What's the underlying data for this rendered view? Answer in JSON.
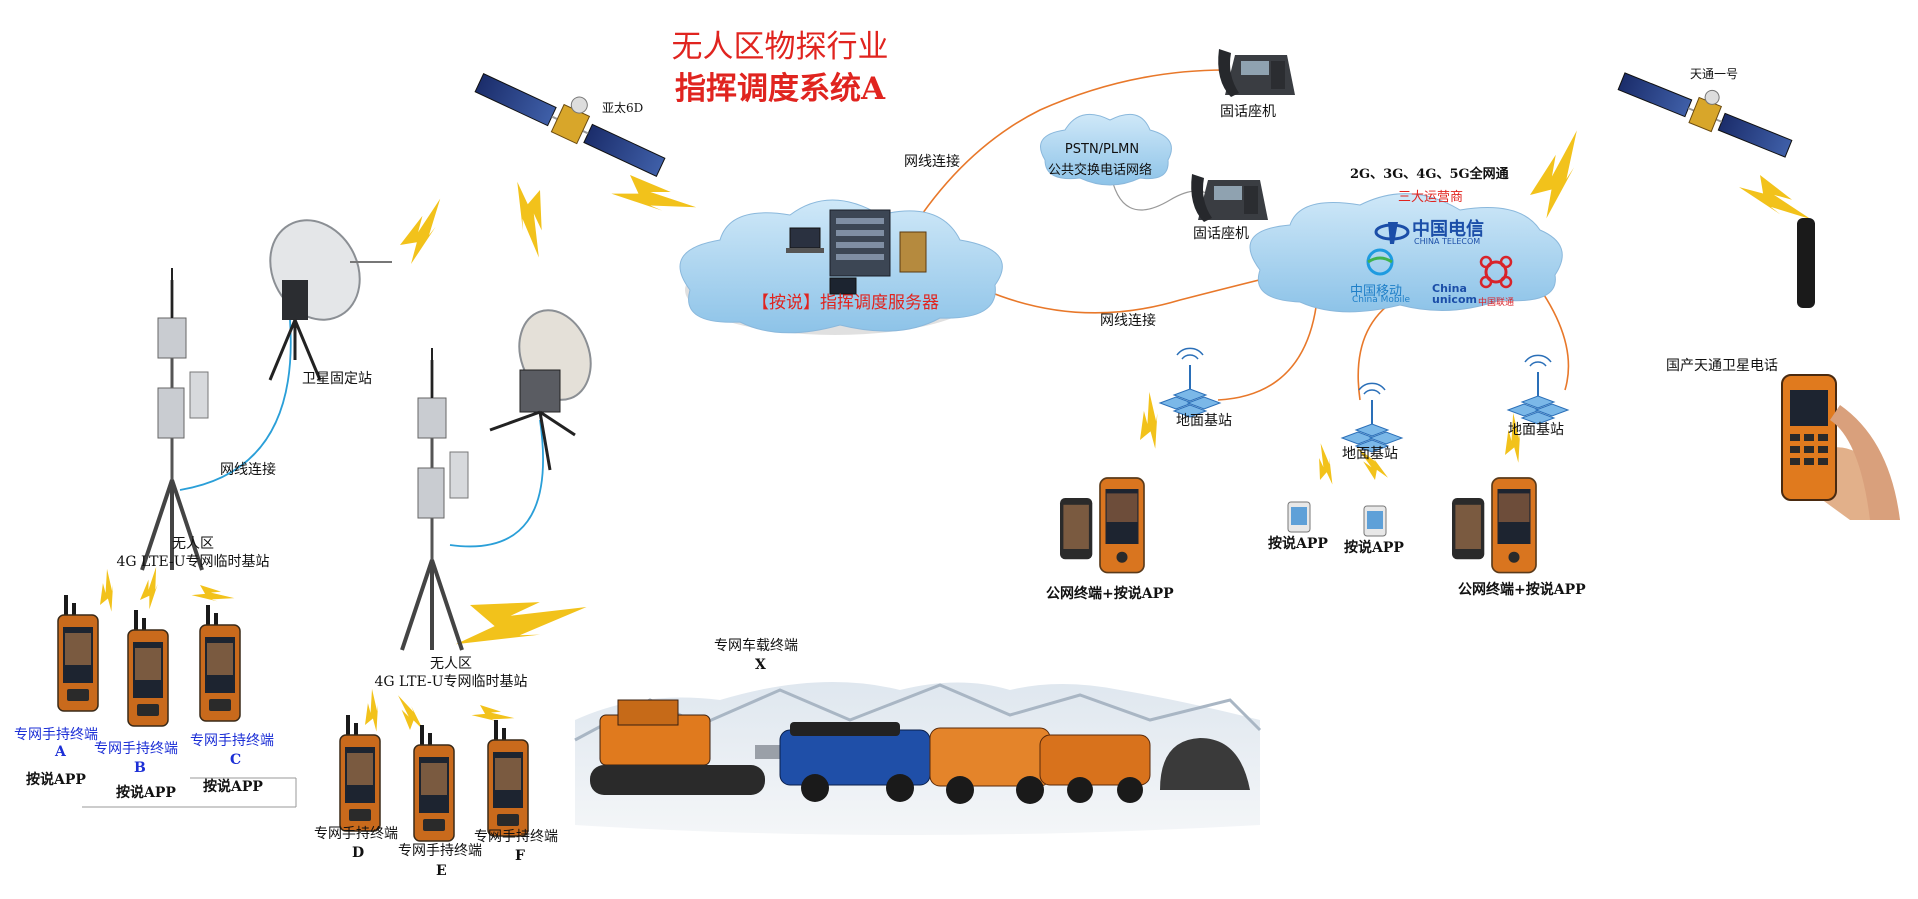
{
  "title": {
    "line1": "无人区物探行业",
    "line2": "指挥调度系统A"
  },
  "satellites": {
    "left": "亚太6D",
    "right": "天通一号"
  },
  "server": {
    "label": "【按说】指挥调度服务器"
  },
  "pstn": {
    "line1": "PSTN/PLMN",
    "line2": "公共交换电话网络"
  },
  "phones": {
    "top": "固话座机",
    "bottom": "固话座机"
  },
  "links": {
    "server_pstn": "网线连接",
    "server_carrier": "网线连接",
    "dish_tower": "网线连接"
  },
  "carriers": {
    "networks": "2G、3G、4G、5G全网通",
    "heading": "三大运营商",
    "telecom_cn": "中国电信",
    "telecom_en": "CHINA TELECOM",
    "mobile_cn": "中国移动",
    "mobile_en": "China Mobile",
    "unicom_en1": "China",
    "unicom_en2": "unicom",
    "unicom_cn": "中国联通"
  },
  "base_stations": {
    "left": "地面基站",
    "middle": "地面基站",
    "right": "地面基站"
  },
  "public_terminals": {
    "left": "公网终端+按说APP",
    "right": "公网终端+按说APP"
  },
  "apps": {
    "a": "按说APP",
    "b": "按说APP"
  },
  "tiantong_phone": "国产天通卫星电话",
  "satellite_station": "卫星固定站",
  "tower_left": {
    "line1": "无人区",
    "line2": "4G LTE-U专网临时基站"
  },
  "tower_right": {
    "line1": "无人区",
    "line2": "4G LTE-U专网临时基站"
  },
  "handhelds_left": [
    {
      "label": "专网手持终端",
      "letter": "A",
      "app": "按说APP"
    },
    {
      "label": "专网手持终端",
      "letter": "B",
      "app": "按说APP"
    },
    {
      "label": "专网手持终端",
      "letter": "C",
      "app": "按说APP"
    }
  ],
  "handhelds_right": [
    {
      "label": "专网手持终端",
      "letter": "D"
    },
    {
      "label": "专网手持终端",
      "letter": "E"
    },
    {
      "label": "专网手持终端",
      "letter": "F"
    }
  ],
  "vehicle": {
    "label": "专网车载终端",
    "letter": "X"
  },
  "colors": {
    "title_red": "#e0241f",
    "link_orange": "#e8782a",
    "cable_blue": "#2a9fd8",
    "lightning": "#f2c21b",
    "cloud": "#aed6f1",
    "terminal_blue": "#1c2fd6"
  }
}
